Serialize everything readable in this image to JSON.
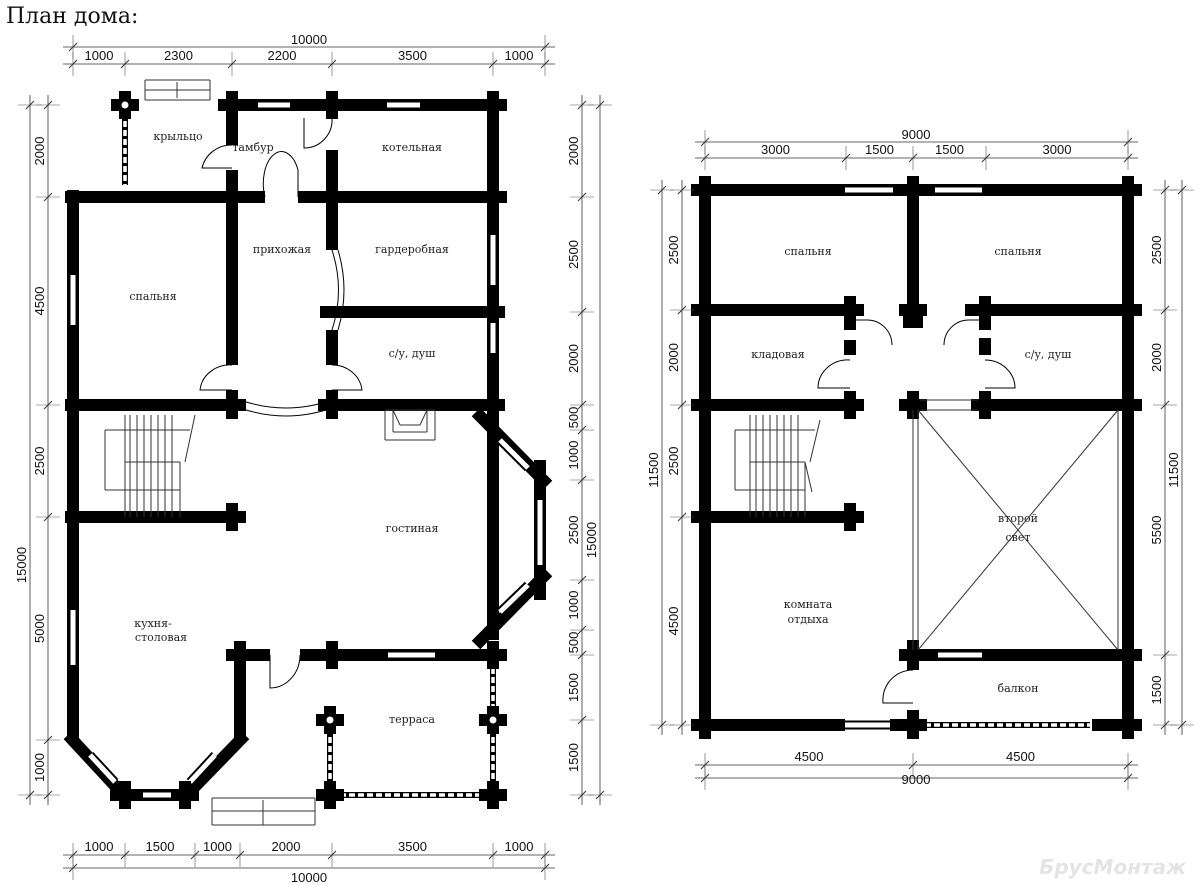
{
  "title": "План дома:",
  "watermark": "БрусМонтаж",
  "floor1": {
    "rooms": [
      "крыльцо",
      "тамбур",
      "котельная",
      "прихожая",
      "гардеробная",
      "спальня",
      "с/у, душ",
      "гостиная",
      "кухня-",
      "столовая",
      "терраса"
    ],
    "dims": {
      "top_total": "10000",
      "top_segments": [
        "1000",
        "2300",
        "2200",
        "3500",
        "1000"
      ],
      "bottom_total": "10000",
      "bottom_segments": [
        "1000",
        "1500",
        "1000",
        "2000",
        "3500",
        "1000"
      ],
      "left_total": "15000",
      "left_segments": [
        "2000",
        "4500",
        "2500",
        "5000",
        "1000"
      ],
      "right_total": "15000",
      "right_segments": [
        "2000",
        "2500",
        "2000",
        "500",
        "1000",
        "2500",
        "1000",
        "500",
        "1500",
        "1500"
      ]
    }
  },
  "floor2": {
    "rooms": [
      "спальня",
      "спальня",
      "кладовая",
      "с/у, душ",
      "второй",
      "свет",
      "комната",
      "отдыха",
      "балкон"
    ],
    "dims": {
      "top_total": "9000",
      "top_segments": [
        "3000",
        "1500",
        "1500",
        "3000"
      ],
      "bottom_total": "9000",
      "bottom_segments": [
        "4500",
        "4500"
      ],
      "left_total": "11500",
      "left_segments": [
        "2500",
        "2000",
        "2500",
        "4500"
      ],
      "right_total": "11500",
      "right_segments": [
        "2500",
        "2000",
        "5500",
        "1500"
      ]
    }
  }
}
